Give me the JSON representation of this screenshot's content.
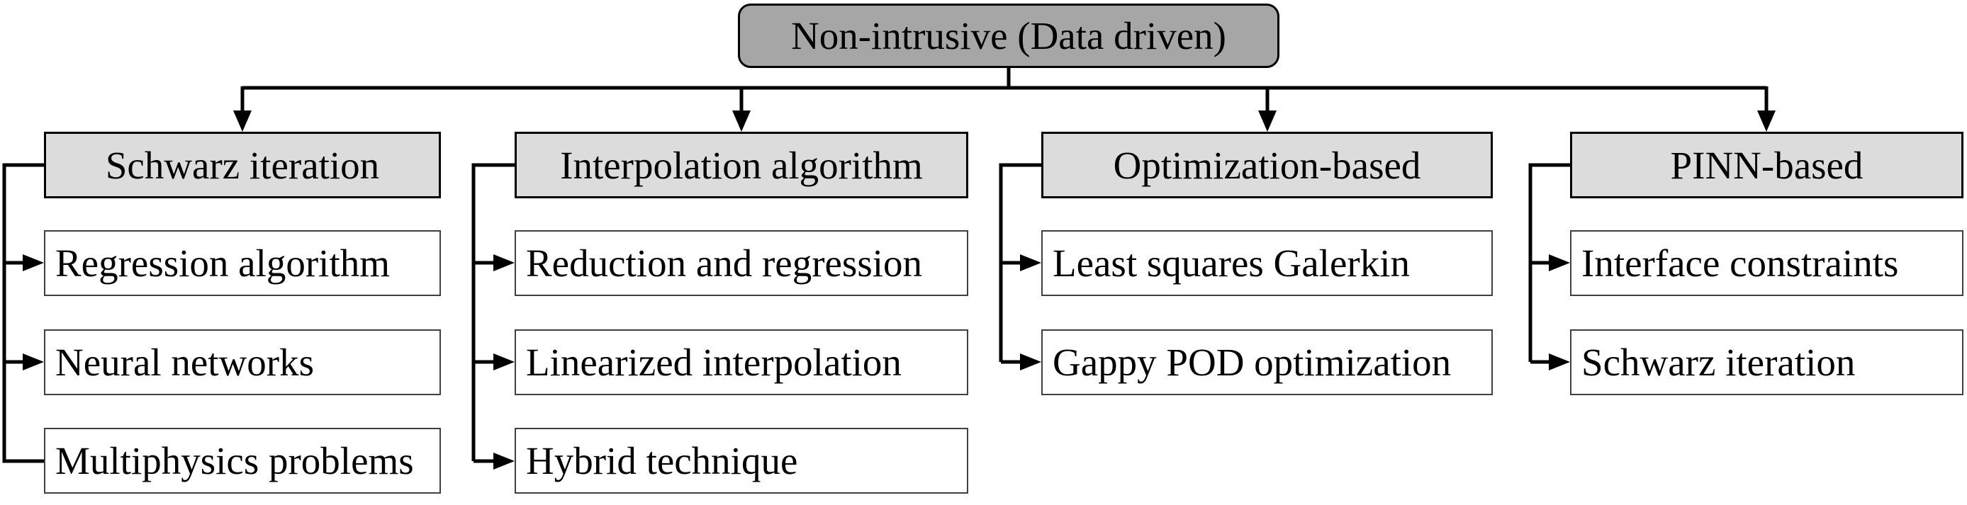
{
  "diagram": {
    "root": {
      "label": "Non-intrusive (Data driven)"
    },
    "columns": [
      {
        "header": "Schwarz iteration",
        "items": [
          "Regression algorithm",
          "Neural networks",
          "Multiphysics problems"
        ]
      },
      {
        "header": "Interpolation algorithm",
        "items": [
          "Reduction and regression",
          "Linearized interpolation",
          "Hybrid technique"
        ]
      },
      {
        "header": "Optimization-based",
        "items": [
          "Least squares Galerkin",
          "Gappy POD optimization"
        ]
      },
      {
        "header": "PINN-based",
        "items": [
          "Interface constraints",
          "Schwarz iteration"
        ]
      }
    ],
    "colors": {
      "root_fill": "#a6a6a6",
      "header_fill": "#dcdcdc",
      "item_fill": "#ffffff",
      "line": "#000000"
    }
  }
}
